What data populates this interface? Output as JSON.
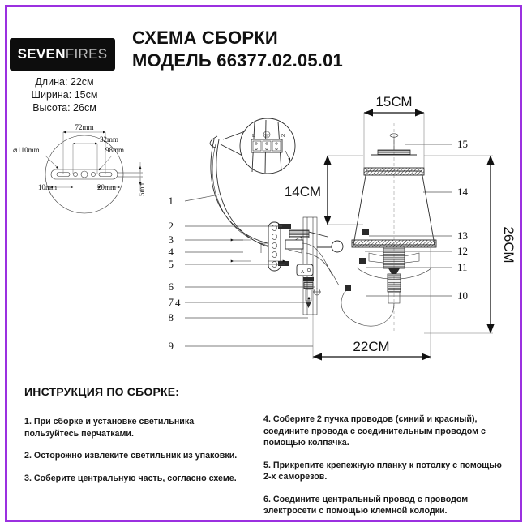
{
  "brand": {
    "name_bold": "SEVEN",
    "name_light": "FIRES"
  },
  "specs": {
    "length": "Длина: 22см",
    "width": "Ширина: 15см",
    "height": "Высота: 26см"
  },
  "header": {
    "title_line1": "СХЕМА СБОРКИ",
    "title_line2": "МОДЕЛЬ 66377.02.05.01"
  },
  "mounting_plate": {
    "diameter": "⌀110mm",
    "dim_72": "72mm",
    "dim_32": "32mm",
    "dim_98": "98mm",
    "dim_10": "10mm",
    "dim_20": "20mm",
    "dim_5": "5mm"
  },
  "detail_callout": {
    "terminal_left": "L",
    "terminal_right": "N"
  },
  "dimensions": {
    "shade_width": "15СМ",
    "arm_height": "14СМ",
    "total_height": "26СМ",
    "total_width": "22СМ"
  },
  "callouts_left": [
    "1",
    "2",
    "3",
    "4",
    "5",
    "6",
    "7",
    "8",
    "9"
  ],
  "callouts_right": [
    "15",
    "14",
    "13",
    "12",
    "11",
    "10"
  ],
  "callout_extra": "4",
  "instructions": {
    "heading": "ИНСТРУКЦИЯ ПО СБОРКЕ:",
    "left": [
      "1. При сборке и установке светильника пользуйтесь перчатками.",
      "2. Осторожно извлеките светильник из упаковки.",
      "3. Соберите центральную часть, согласно схеме."
    ],
    "right": [
      "4. Соберите 2 пучка проводов (синий и красный), соедините провода с соединительным проводом с помощью колпачка.",
      "5. Прикрепите крепежную планку к потолку с помощью 2-х саморезов.",
      "6. Соедините центральный провод с проводом электросети с помощью клемной колодки."
    ]
  },
  "colors": {
    "border": "#9b30e0",
    "logo_bg": "#0d0d0d",
    "ink": "#1a1a1a"
  }
}
